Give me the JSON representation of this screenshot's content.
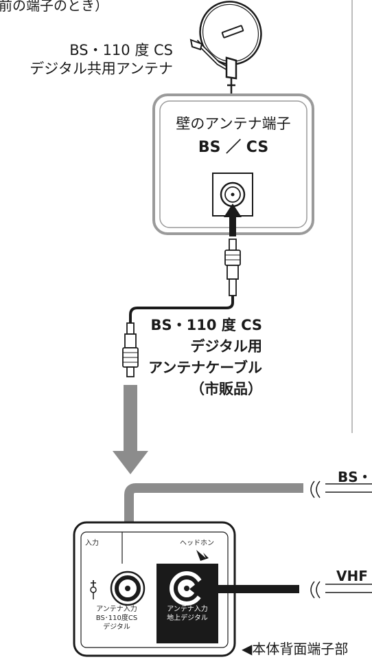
{
  "top_fragment": "前の端子のとき）",
  "antenna": {
    "label_lines": [
      "BS・110 度 CS",
      "デジタル共用アンテナ"
    ]
  },
  "wall_terminal": {
    "title": "壁のアンテナ端子",
    "subtitle": "BS ／ CS"
  },
  "cable": {
    "label_lines": [
      "BS・110 度 CS",
      "デジタル用",
      "アンテナケーブル",
      "（市販品）"
    ]
  },
  "incoming_lines": {
    "bs": "BS・",
    "vhf": "VHF"
  },
  "rear_panel": {
    "left_port_lines": [
      "アンテナ入力",
      "BS･110度CS",
      "デジタル"
    ],
    "right_port_lines": [
      "アンテナ入力",
      "地上デジタル"
    ],
    "headphone_label": "ヘッドホン",
    "input_label": "入力",
    "caption": "◀本体背面端子部"
  }
}
